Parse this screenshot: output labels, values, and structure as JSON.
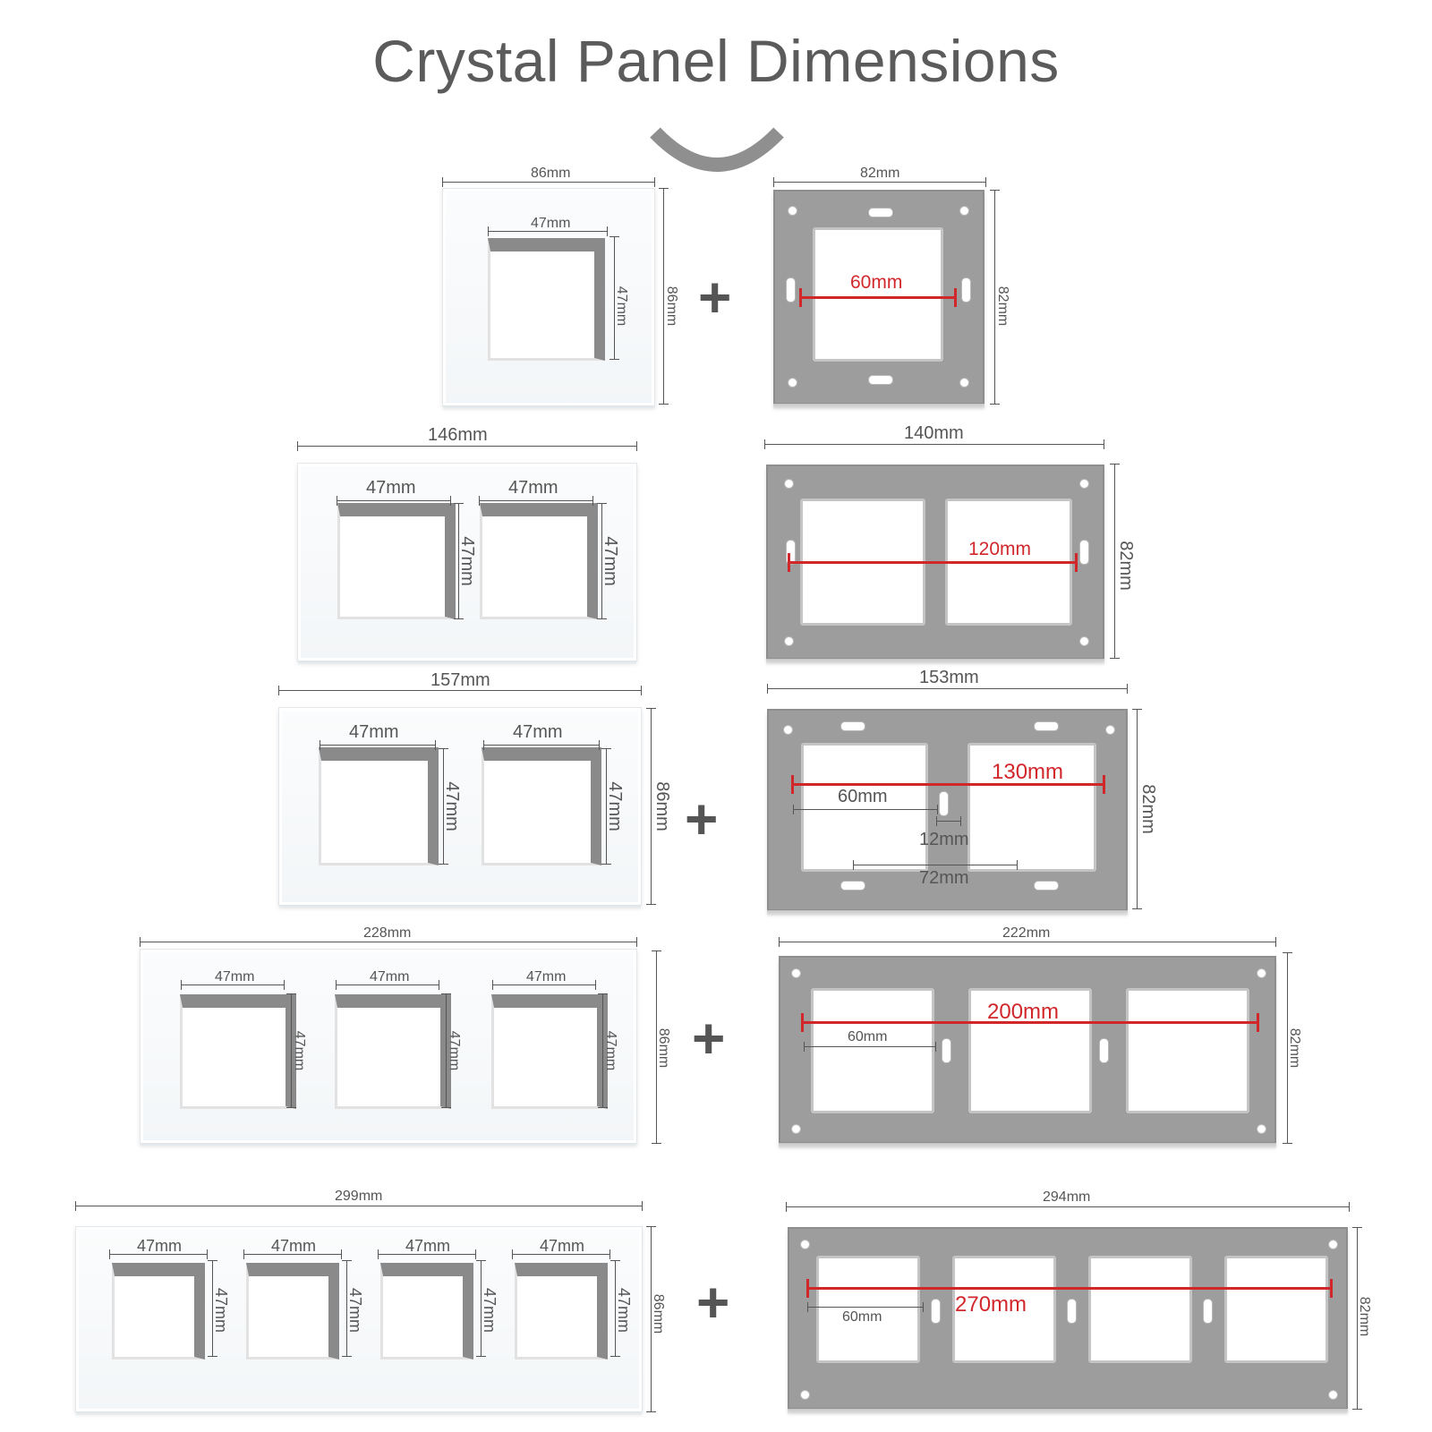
{
  "title": "Crystal Panel Dimensions",
  "rows": [
    {
      "panel": {
        "width": "86mm",
        "height": "86mm",
        "holes": [
          {
            "w": "47mm",
            "h": "47mm"
          }
        ]
      },
      "frame": {
        "width": "82mm",
        "height": "82mm",
        "span": "60mm"
      },
      "plus": "+"
    },
    {
      "panel": {
        "width": "146mm",
        "holes": [
          {
            "w": "47mm",
            "h": "47mm"
          },
          {
            "w": "47mm",
            "h": "47mm"
          }
        ]
      },
      "frame": {
        "width": "140mm",
        "height": "82mm",
        "span": "120mm"
      }
    },
    {
      "panel": {
        "width": "157mm",
        "height": "86mm",
        "holes": [
          {
            "w": "47mm",
            "h": "47mm"
          },
          {
            "w": "47mm",
            "h": "47mm"
          }
        ]
      },
      "frame": {
        "width": "153mm",
        "height": "82mm",
        "span": "130mm",
        "inner": "60mm",
        "gap": "12mm",
        "pitch": "72mm"
      },
      "plus": "+"
    },
    {
      "panel": {
        "width": "228mm",
        "height": "86mm",
        "holes": [
          {
            "w": "47mm",
            "h": "47mm"
          },
          {
            "w": "47mm",
            "h": "47mm"
          },
          {
            "w": "47mm",
            "h": "47mm"
          }
        ]
      },
      "frame": {
        "width": "222mm",
        "height": "82mm",
        "span": "200mm",
        "inner": "60mm"
      },
      "plus": "+"
    },
    {
      "panel": {
        "width": "299mm",
        "height": "86mm",
        "holes": [
          {
            "w": "47mm",
            "h": "47mm"
          },
          {
            "w": "47mm",
            "h": "47mm"
          },
          {
            "w": "47mm",
            "h": "47mm"
          },
          {
            "w": "47mm",
            "h": "47mm"
          }
        ]
      },
      "frame": {
        "width": "294mm",
        "height": "82mm",
        "span": "270mm",
        "inner": "60mm"
      },
      "plus": "+"
    }
  ]
}
